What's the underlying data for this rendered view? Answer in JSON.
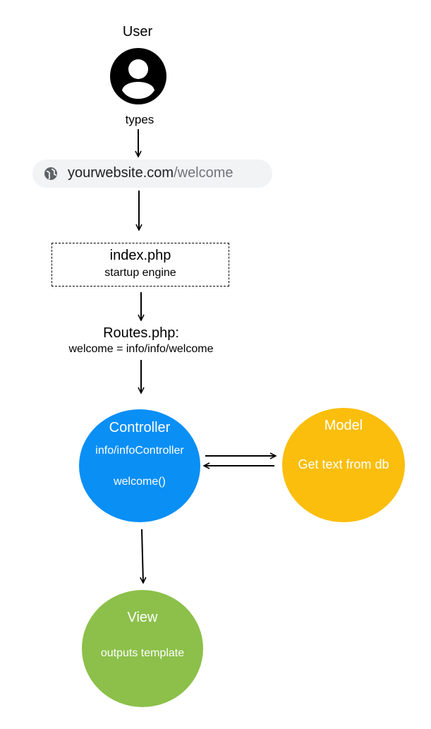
{
  "user": {
    "label": "User",
    "icon": "user-avatar-icon"
  },
  "types_label": "types",
  "url_bar": {
    "icon": "globe-icon",
    "host": "yourwebsite.com",
    "path": "/welcome"
  },
  "index_box": {
    "title": "index.php",
    "subtitle": "startup engine"
  },
  "routes": {
    "title": "Routes.php:",
    "rule": "welcome = info/info/welcome"
  },
  "controller": {
    "title": "Controller",
    "path": "info/infoController",
    "method": "welcome()",
    "color": "#0a8ff5"
  },
  "model": {
    "title": "Model",
    "description": "Get text from db",
    "color": "#fbbe0c"
  },
  "view": {
    "title": "View",
    "description": "outputs template",
    "color": "#8cc04a"
  }
}
